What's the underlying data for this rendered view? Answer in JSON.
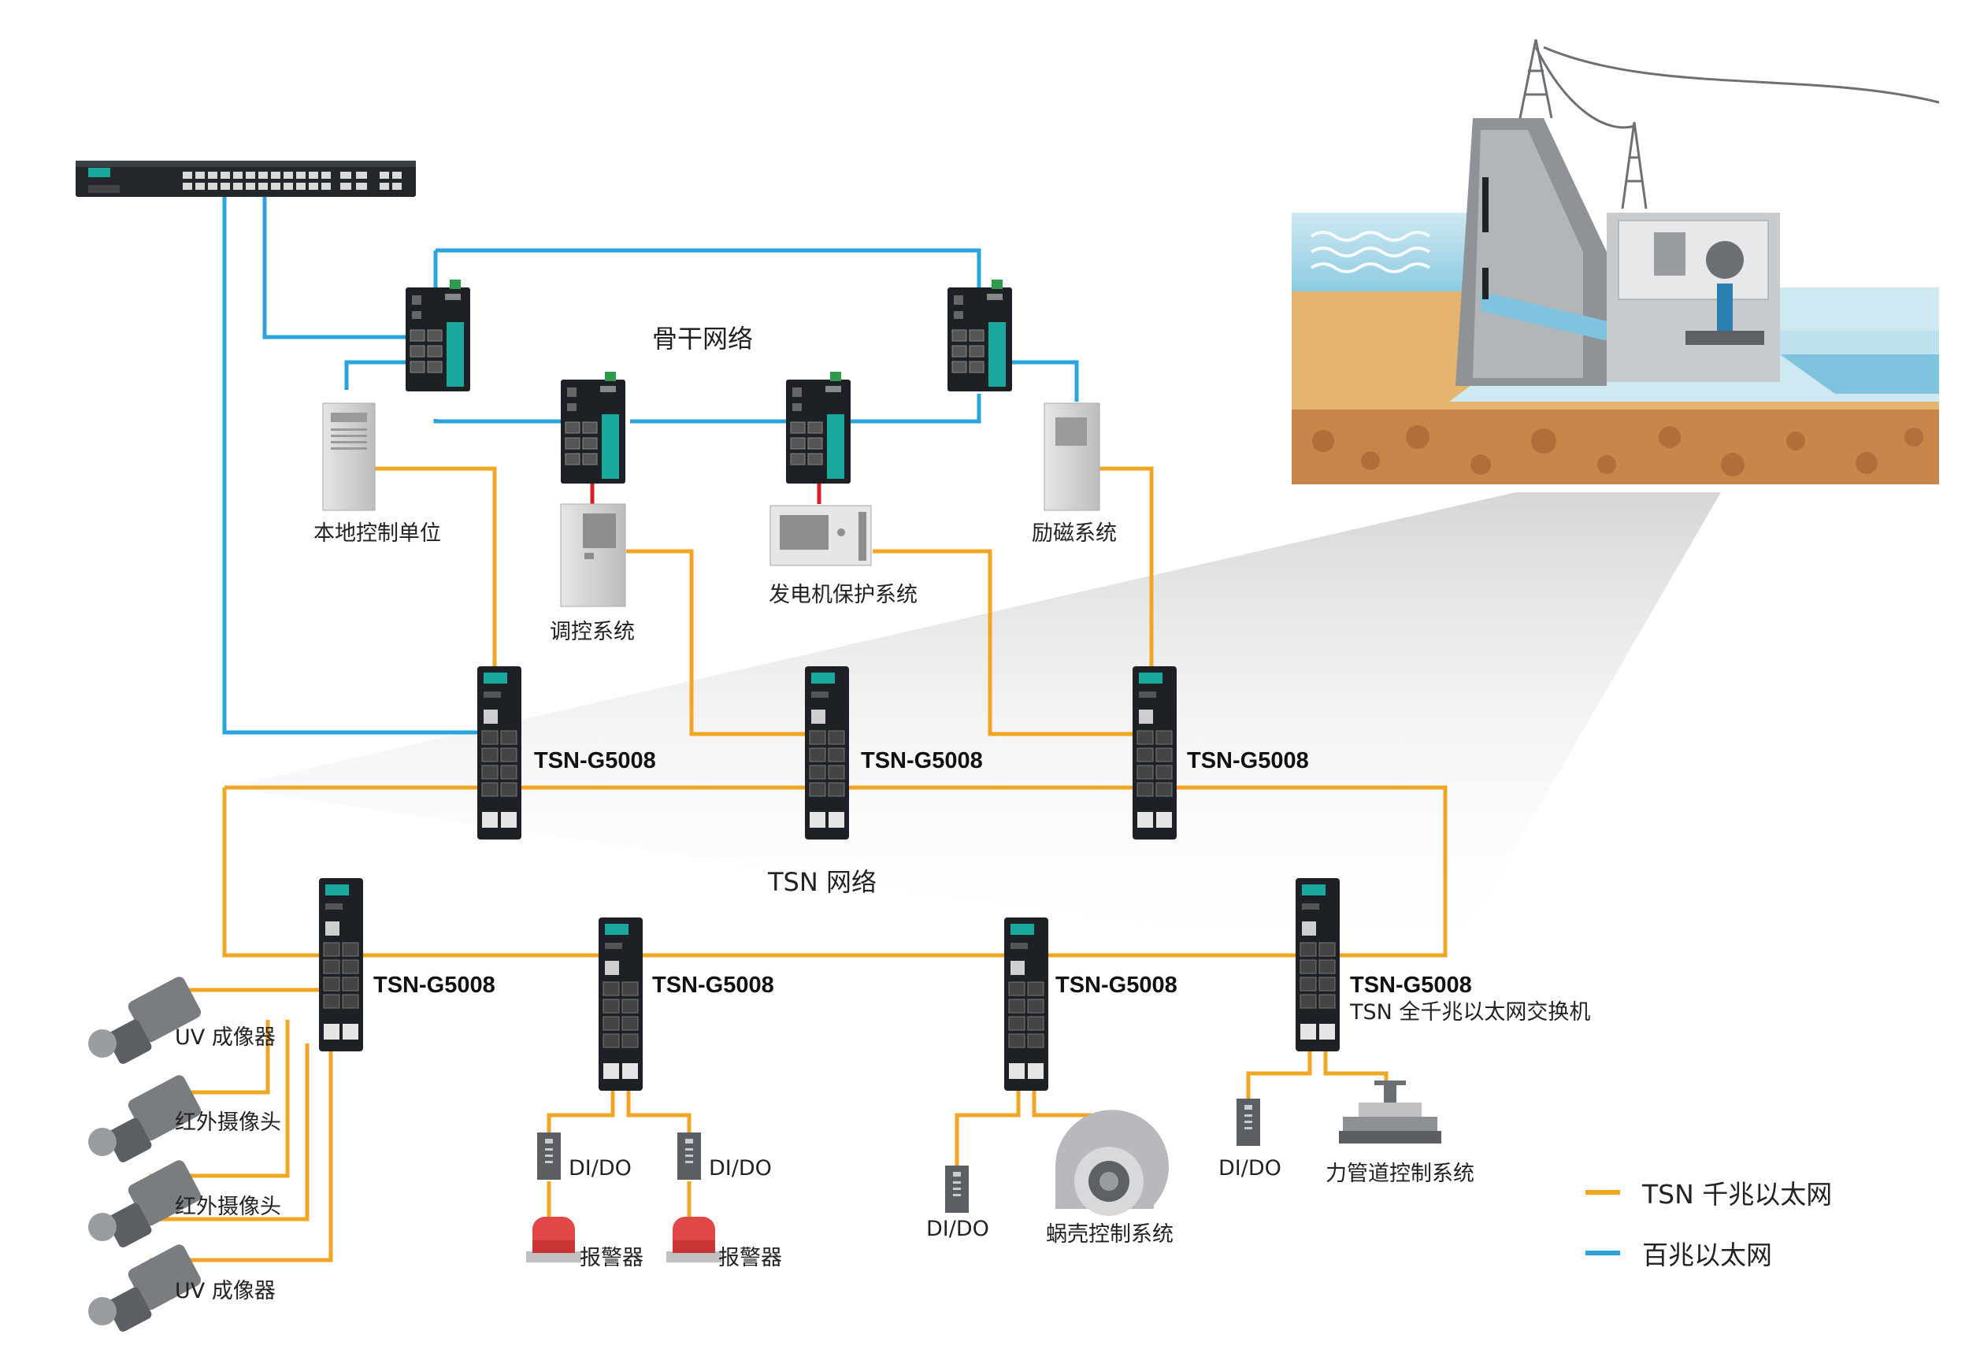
{
  "network_labels": {
    "backbone": "骨干网络",
    "tsn": "TSN 网络"
  },
  "switch_model": "TSN-G5008",
  "switch_description": "TSN 全千兆以太网交换机",
  "devices": {
    "local_control": "本地控制单位",
    "regulation": "调控系统",
    "generator_protection": "发电机保护系统",
    "excitation": "励磁系统",
    "uv_imager_1": "UV 成像器",
    "ir_camera_1": "红外摄像头",
    "ir_camera_2": "红外摄像头",
    "uv_imager_2": "UV 成像器",
    "dido_1": "DI/DO",
    "dido_2": "DI/DO",
    "alarm_1": "报警器",
    "alarm_2": "报警器",
    "dido_3": "DI/DO",
    "volute_control": "蜗壳控制系统",
    "dido_4": "DI/DO",
    "penstock_control": "力管道控制系统"
  },
  "legend": [
    {
      "label": "TSN 千兆以太网",
      "color": "#f0a623"
    },
    {
      "label": "百兆以太网",
      "color": "#2ba3dc"
    }
  ],
  "colors": {
    "tsn": "#f0a623",
    "fast_ethernet": "#2ba3dc",
    "serial": "#d41f26",
    "accent": "#1aa89c",
    "device_body": "#1d2126"
  }
}
